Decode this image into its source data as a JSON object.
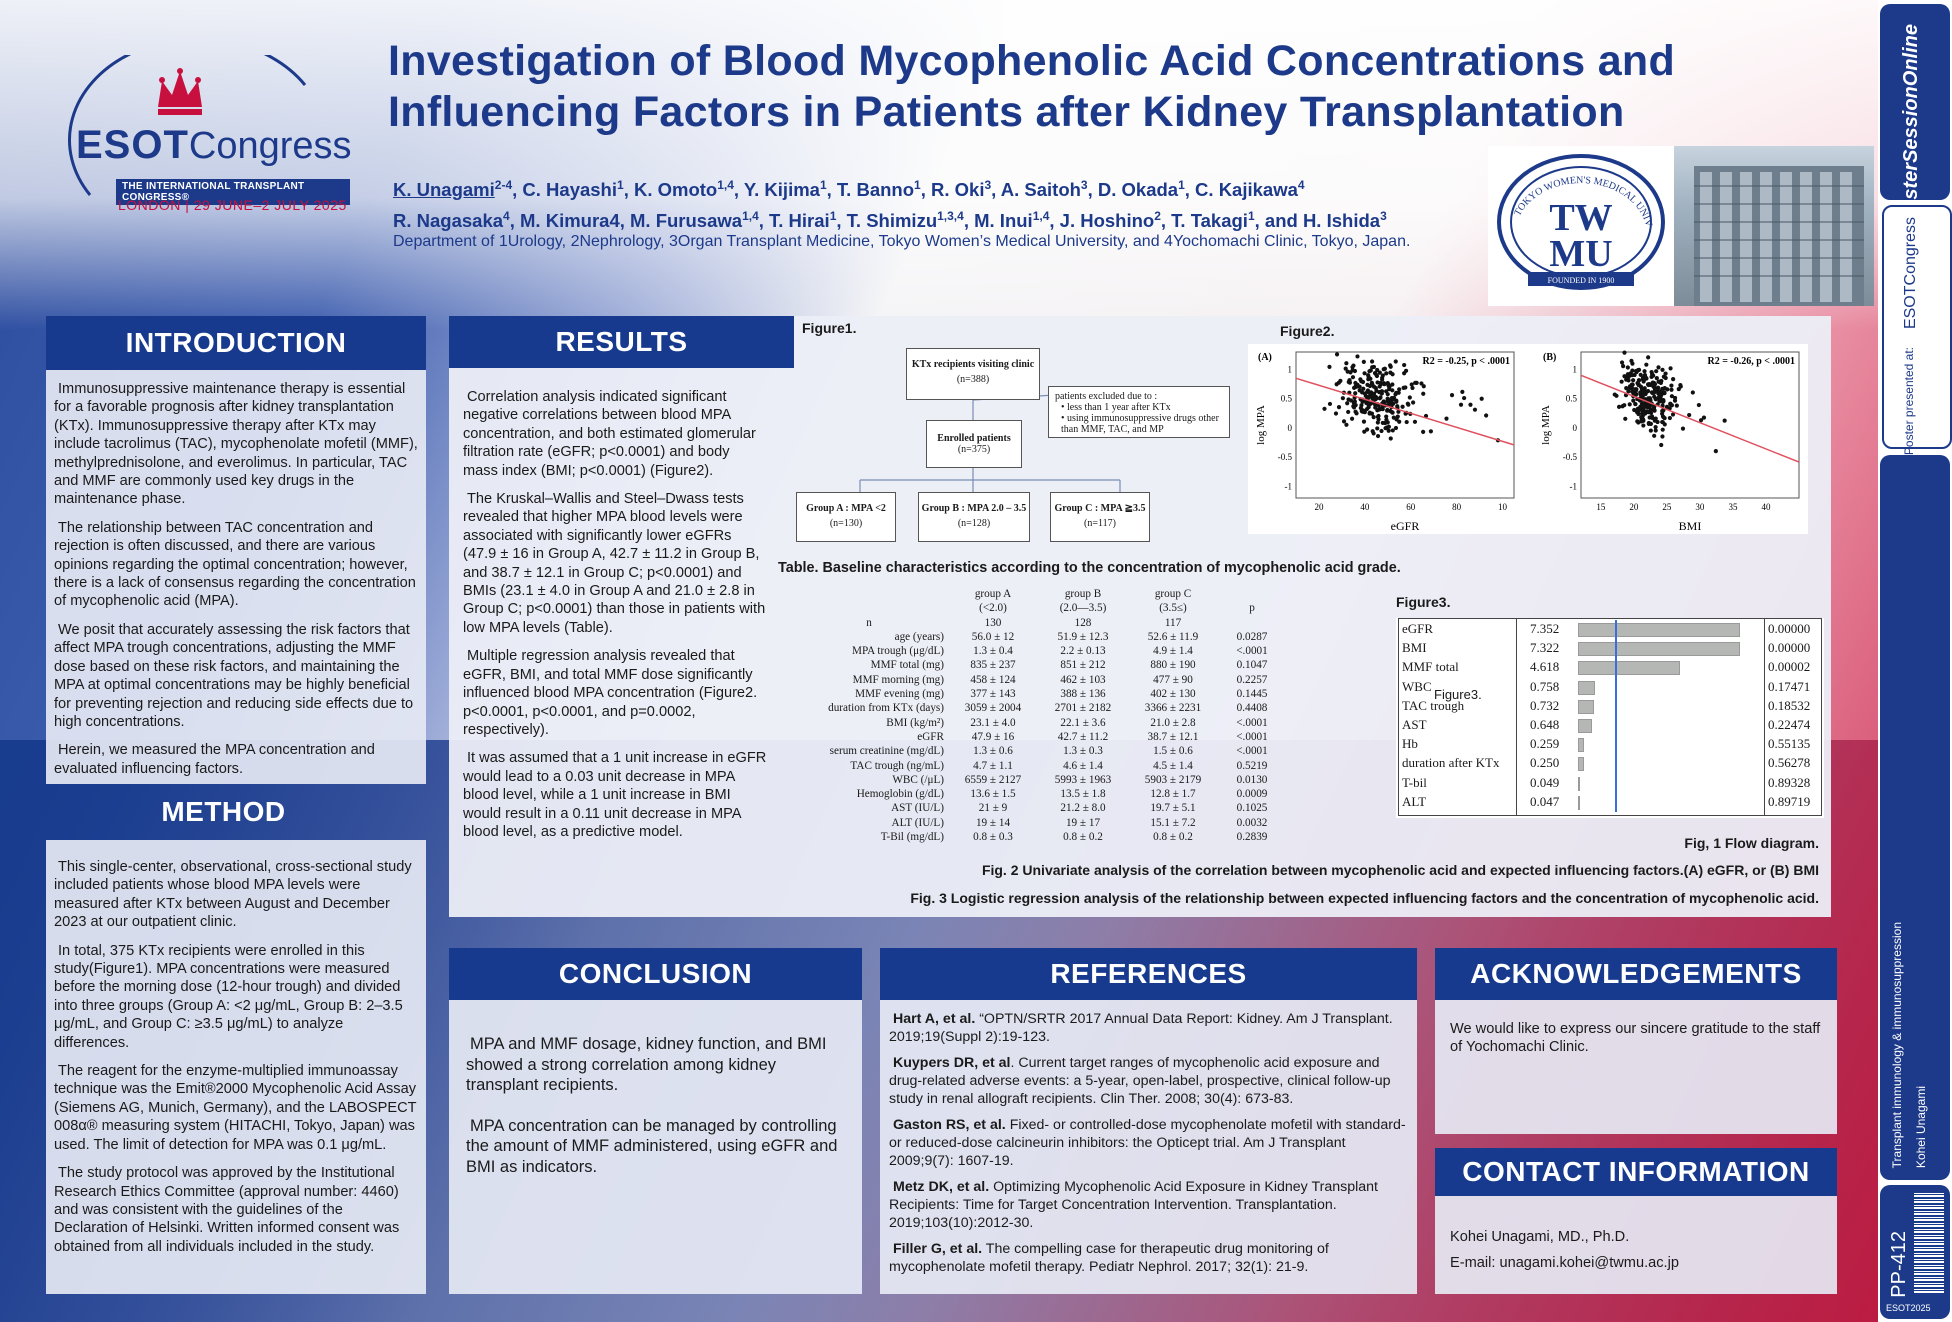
{
  "logo": {
    "esot": "ESOT",
    "congress": "Congress",
    "band": "THE INTERNATIONAL TRANSPLANT CONGRESS®",
    "date": "LONDON | 29 JUNE–2 JULY 2025"
  },
  "title": {
    "line1": "Investigation of Blood Mycophenolic Acid Concentrations and",
    "line2": "Influencing Factors in Patients after Kidney Transplantation"
  },
  "authors": {
    "line1": [
      {
        "name": "K. Unagami",
        "sup": "2-4",
        "underline": true
      },
      {
        "name": ", C. Hayashi",
        "sup": "1"
      },
      {
        "name": ", K. Omoto",
        "sup": "1,4"
      },
      {
        "name": ", Y. Kijima",
        "sup": "1"
      },
      {
        "name": ", T. Banno",
        "sup": "1"
      },
      {
        "name": ", R. Oki",
        "sup": "3"
      },
      {
        "name": ", A. Saitoh",
        "sup": "3"
      },
      {
        "name": ", D. Okada",
        "sup": "1"
      },
      {
        "name": ", C. Kajikawa",
        "sup": "4"
      }
    ],
    "line2": [
      {
        "name": "R. Nagasaka",
        "sup": "4"
      },
      {
        "name": ", M. Kimura4, M. Furusawa",
        "sup": "1,4"
      },
      {
        "name": ", T. Hirai",
        "sup": "1"
      },
      {
        "name": ", T. Shimizu",
        "sup": "1,3,4"
      },
      {
        "name": ", M. Inui",
        "sup": "1,4"
      },
      {
        "name": ", J. Hoshino",
        "sup": "2"
      },
      {
        "name": ", T. Takagi",
        "sup": "1"
      },
      {
        "name": ", and H. Ishida",
        "sup": "3"
      }
    ]
  },
  "affiliation": "Department of 1Urology, 2Nephrology, 3Organ Transplant Medicine, Tokyo Women’s Medical University, and 4Yochomachi Clinic, Tokyo, Japan.",
  "twmu": {
    "ring_text": "TOKYO WOMEN'S MEDICAL UNIVERSITY",
    "tw": "TW",
    "mu": "MU",
    "founded": "FOUNDED IN 1900"
  },
  "sidebar": {
    "brand": "PosterSessionOnline",
    "esot": "ESOTCongress",
    "presented": "Poster presented at:",
    "topic": "Transplant immunology & immunosuppression",
    "author": "Kohei Unagami",
    "code": "PP-412",
    "year": "ESOT2025"
  },
  "introduction": {
    "title": "INTRODUCTION",
    "paragraphs": [
      "Immunosuppressive maintenance therapy is essential for a favorable prognosis after kidney transplantation (KTx). Immunosuppressive therapy after KTx may include tacrolimus (TAC), mycophenolate mofetil (MMF), methylprednisolone, and everolimus. In particular, TAC and MMF are commonly used key drugs in the maintenance phase.",
      "The relationship between TAC concentration and rejection is often discussed, and there are various opinions regarding the optimal concentration; however, there is a lack of consensus regarding the concentration of mycophenolic acid (MPA).",
      "We posit that accurately assessing the risk factors that affect MPA trough concentrations, adjusting the MMF dose based on these risk factors, and maintaining the MPA at optimal concentrations may be highly beneficial for preventing rejection and reducing side effects due to high concentrations.",
      "Herein, we measured the MPA concentration and evaluated influencing factors."
    ]
  },
  "method": {
    "title": "METHOD",
    "paragraphs": [
      "This single-center, observational, cross-sectional study included patients whose blood MPA levels were measured after KTx between August and December 2023 at our outpatient clinic.",
      "In total, 375 KTx recipients were enrolled in this study(Figure1). MPA concentrations were measured before the morning dose (12-hour trough) and divided into three groups (Group A: <2 μg/mL, Group B: 2–3.5 μg/mL, and Group C: ≥3.5 μg/mL) to analyze differences.",
      "The reagent for the enzyme-multiplied immunoassay technique was the Emit®2000 Mycophenolic Acid Assay (Siemens AG, Munich, Germany), and the LABOSPECT 008α® measuring system (HITACHI, Tokyo, Japan) was used. The limit of detection for MPA was 0.1 μg/mL.",
      "The study protocol was approved by the Institutional Research Ethics Committee (approval number: 4460) and was consistent with the guidelines of the Declaration of Helsinki. Written informed consent was obtained from all individuals included in the study."
    ]
  },
  "results": {
    "title": "RESULTS",
    "paragraphs": [
      "Correlation analysis indicated significant negative correlations between blood MPA concentration, and both estimated glomerular filtration rate (eGFR; p<0.0001) and body mass index (BMI; p<0.0001) (Figure2).",
      "The Kruskal–Wallis and Steel–Dwass tests revealed that higher MPA blood levels were associated with significantly lower eGFRs (47.9 ± 16 in Group A, 42.7 ± 11.2 in Group B, and 38.7 ± 12.1 in Group C; p<0.0001) and BMIs (23.1 ± 4.0 in Group A and 21.0 ± 2.8 in Group C; p<0.0001) than those in patients with low MPA levels (Table).",
      "Multiple regression analysis revealed that eGFR, BMI, and total MMF dose significantly influenced blood MPA concentration (Figure2. p<0.0001, p<0.0001, and p=0.0002, respectively).",
      "It was assumed that a 1 unit increase in eGFR would lead to a 0.03 unit decrease in MPA blood level, while a 1 unit increase in BMI would result in a 0.11 unit decrease in MPA blood level, as a predictive model."
    ]
  },
  "figure1": {
    "label": "Figure1.",
    "visiting": "KTx recipients visiting clinic",
    "visiting_n": "(n=388)",
    "excluded_title": "patients excluded due to :",
    "excluded_items": [
      "less than 1 year after KTx",
      "using immunosuppressive drugs other than MMF, TAC, and MP"
    ],
    "enrolled": "Enrolled patients",
    "enrolled_n": "(n=375)",
    "groups": [
      {
        "label": "Group A : MPA <2",
        "n": "(n=130)"
      },
      {
        "label": "Group B : MPA 2.0 – 3.5",
        "n": "(n=128)"
      },
      {
        "label": "Group C : MPA ≧3.5",
        "n": "(n=117)"
      }
    ]
  },
  "figure2": {
    "label": "Figure2.",
    "panels": [
      {
        "tag": "(A)",
        "stat": "R2 = -0.25, p < .0001",
        "xlabel": "eGFR",
        "ylabel": "log MPA",
        "xticks": [
          "20",
          "40",
          "60",
          "80",
          "10"
        ],
        "yticks": [
          "1",
          "0.5",
          "0",
          "-0.5",
          "-1"
        ]
      },
      {
        "tag": "(B)",
        "stat": "R2 = -0.26, p < .0001",
        "xlabel": "BMI",
        "ylabel": "log MPA",
        "xticks": [
          "15",
          "20",
          "25",
          "30",
          "35",
          "40"
        ],
        "yticks": [
          "1",
          "0.5",
          "0",
          "-0.5",
          "-1"
        ]
      }
    ]
  },
  "table": {
    "caption": "Table. Baseline characteristics according to the concentration of mycophenolic acid grade.",
    "headers": [
      [
        "",
        "group A",
        "group B",
        "group C",
        ""
      ],
      [
        "",
        "(<2.0)",
        "(2.0—3.5)",
        "(3.5≤)",
        "p"
      ],
      [
        "n",
        "130",
        "128",
        "117",
        ""
      ]
    ],
    "rows": [
      [
        "age (years)",
        "56.0 ± 12",
        "51.9 ± 12.3",
        "52.6 ± 11.9",
        "0.0287"
      ],
      [
        "MPA trough (μg/dL)",
        "1.3 ± 0.4",
        "2.2 ± 0.13",
        "4.9 ± 1.4",
        "<.0001"
      ],
      [
        "MMF total (mg)",
        "835 ± 237",
        "851 ± 212",
        "880 ± 190",
        "0.1047"
      ],
      [
        "MMF morning (mg)",
        "458 ± 124",
        "462 ± 103",
        "477 ± 90",
        "0.2257"
      ],
      [
        "MMF evening (mg)",
        "377 ± 143",
        "388 ± 136",
        "402 ± 130",
        "0.1445"
      ],
      [
        "duration from KTx (days)",
        "3059 ± 2004",
        "2701 ± 2182",
        "3366 ± 2231",
        "0.4408"
      ],
      [
        "BMI (kg/m²)",
        "23.1 ± 4.0",
        "22.1 ± 3.6",
        "21.0 ± 2.8",
        "<.0001"
      ],
      [
        "eGFR",
        "47.9 ± 16",
        "42.7 ± 11.2",
        "38.7 ± 12.1",
        "<.0001"
      ],
      [
        "serum creatinine (mg/dL)",
        "1.3 ± 0.6",
        "1.3 ± 0.3",
        "1.5 ± 0.6",
        "<.0001"
      ],
      [
        "TAC trough (ng/mL)",
        "4.7 ± 1.1",
        "4.6 ± 1.4",
        "4.5 ± 1.4",
        "0.5219"
      ],
      [
        "WBC (/μL)",
        "6559 ± 2127",
        "5993 ± 1963",
        "5903 ± 2179",
        "0.0130"
      ],
      [
        "Hemoglobin (g/dL)",
        "13.6 ± 1.5",
        "13.5 ± 1.8",
        "12.8 ± 1.7",
        "0.0009"
      ],
      [
        "AST (IU/L)",
        "21 ± 9",
        "21.2 ± 8.0",
        "19.7 ± 5.1",
        "0.1025"
      ],
      [
        "ALT (IU/L)",
        "19 ± 14",
        "19 ± 17",
        "15.1 ± 7.2",
        "0.0032"
      ],
      [
        "T-Bil (mg/dL)",
        "0.8 ± 0.3",
        "0.8 ± 0.2",
        "0.8 ± 0.2",
        "0.2839"
      ]
    ]
  },
  "figure3": {
    "label": "Figure3.",
    "overlay": "Figure3.",
    "rows": [
      {
        "name": "eGFR",
        "value": "7.352",
        "p": "0.00000",
        "v": 7.352
      },
      {
        "name": "BMI",
        "value": "7.322",
        "p": "0.00000",
        "v": 7.322
      },
      {
        "name": "MMF total",
        "value": "4.618",
        "p": "0.00002",
        "v": 4.618
      },
      {
        "name": "WBC",
        "value": "0.758",
        "p": "0.17471",
        "v": 0.758
      },
      {
        "name": "TAC trough",
        "value": "0.732",
        "p": "0.18532",
        "v": 0.732
      },
      {
        "name": "AST",
        "value": "0.648",
        "p": "0.22474",
        "v": 0.648
      },
      {
        "name": "Hb",
        "value": "0.259",
        "p": "0.55135",
        "v": 0.259
      },
      {
        "name": "duration after KTx",
        "value": "0.250",
        "p": "0.56278",
        "v": 0.25
      },
      {
        "name": "T-bil",
        "value": "0.049",
        "p": "0.89328",
        "v": 0.049
      },
      {
        "name": "ALT",
        "value": "0.047",
        "p": "0.89719",
        "v": 0.047
      }
    ]
  },
  "captions": {
    "fig1": "Fig, 1 Flow diagram.",
    "fig2": "Fig. 2 Univariate analysis of the correlation between mycophenolic acid and expected influencing factors.(A) eGFR, or (B) BMI",
    "fig3": "Fig. 3 Logistic regression analysis of the relationship between expected influencing factors and the concentration of mycophenolic acid."
  },
  "conclusion": {
    "title": "CONCLUSION",
    "paragraphs": [
      "MPA and MMF dosage, kidney function, and BMI showed a strong correlation among kidney transplant recipients.",
      "MPA concentration can be managed by controlling the amount of MMF administered, using eGFR and BMI as indicators."
    ]
  },
  "references": {
    "title": "REFERENCES",
    "items": [
      {
        "author": "Hart A, et al.",
        "text": " “OPTN/SRTR 2017 Annual Data Report: Kidney. Am J Transplant. 2019;19(Suppl 2):19-123."
      },
      {
        "author": "Kuypers DR, et al",
        "text": ". Current target ranges of mycophenolic acid exposure and drug-related adverse events: a 5-year, open-label, prospective, clinical follow-up study in renal allograft recipients. Clin Ther. 2008; 30(4): 673-83."
      },
      {
        "author": "Gaston RS, et al.",
        "text": " Fixed- or controlled-dose mycophenolate mofetil with standard- or reduced-dose calcineurin inhibitors: the Opticept trial. Am J Transplant 2009;9(7): 1607-19."
      },
      {
        "author": "Metz DK, et al.",
        "text": " Optimizing Mycophenolic Acid Exposure in Kidney Transplant Recipients: Time for Target Concentration Intervention. Transplantation. 2019;103(10):2012-30."
      },
      {
        "author": "Filler G, et al.",
        "text": " The compelling case for therapeutic drug monitoring of mycophenolate mofetil therapy. Pediatr Nephrol. 2017; 32(1): 21-9."
      }
    ]
  },
  "acknowledgements": {
    "title": "ACKNOWLEDGEMENTS",
    "text": "We would like to express our sincere gratitude to the staff of Yochomachi Clinic."
  },
  "contact": {
    "title": "CONTACT INFORMATION",
    "name": "Kohei Unagami, MD., Ph.D.",
    "email": "E-mail: unagami.kohei@twmu.ac.jp"
  },
  "colors": {
    "primary": "#173a8e",
    "accent": "#c8103e",
    "regression": "#e0505e"
  }
}
